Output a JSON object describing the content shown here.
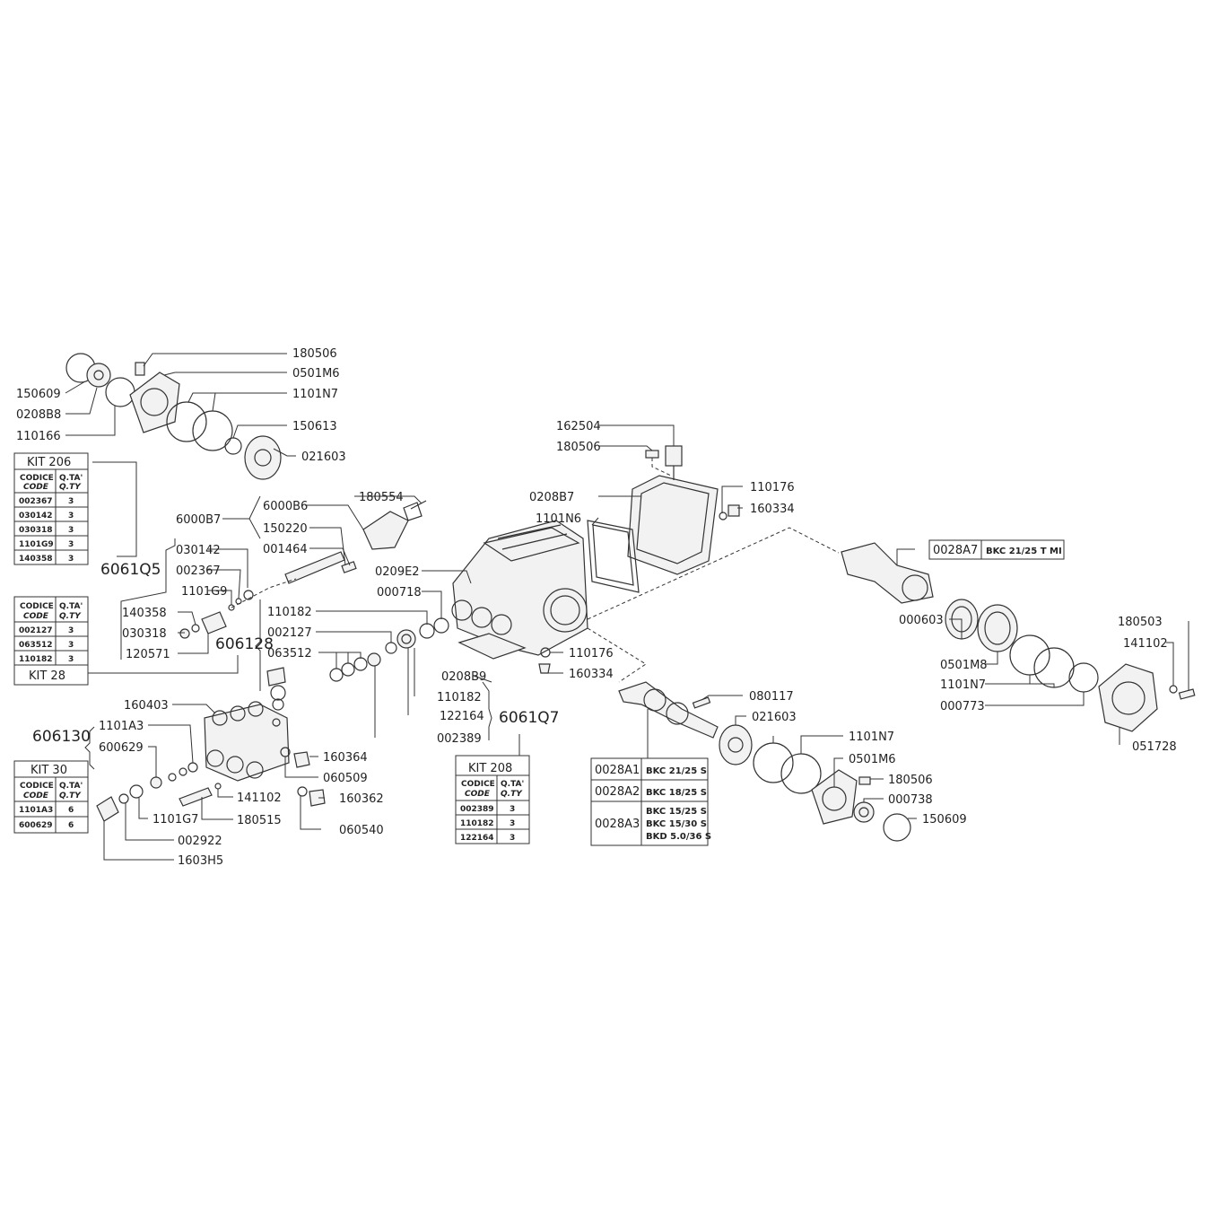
{
  "labels": {
    "l180506a": "180506",
    "l0501m6a": "0501M6",
    "l1101n7a": "1101N7",
    "l150613": "150613",
    "l021603a": "021603",
    "l150609a": "150609",
    "l0208b8": "0208B8",
    "l110166": "110166",
    "l162504": "162504",
    "l180506b": "180506",
    "l0208b7": "0208B7",
    "l1101n6": "1101N6",
    "l110176a": "110176",
    "l160334a": "160334",
    "l180554": "180554",
    "l6000b7": "6000B7",
    "l6000b6": "6000B6",
    "l150220": "150220",
    "l001464": "001464",
    "l030142": "030142",
    "l002367": "002367",
    "l1101g9": "1101G9",
    "l140358": "140358",
    "l030318": "030318",
    "l120571": "120571",
    "l0209e2": "0209E2",
    "l000718": "000718",
    "l110182a": "110182",
    "l002127": "002127",
    "l063512": "063512",
    "l110176b": "110176",
    "l160334b": "160334",
    "l0208b9": "0208B9",
    "l110182b": "110182",
    "l122164": "122164",
    "l002389": "002389",
    "l160403": "160403",
    "l1101a3": "1101A3",
    "l600629": "600629",
    "l160364": "160364",
    "l060509": "060509",
    "l141102a": "141102",
    "l160362": "160362",
    "l180515": "180515",
    "l060540": "060540",
    "l1101g7": "1101G7",
    "l002922": "002922",
    "l1603h5": "1603H5",
    "l080117": "080117",
    "l021603b": "021603",
    "l1101n7b": "1101N7",
    "l0501m6b": "0501M6",
    "l180506c": "180506",
    "l000738": "000738",
    "l150609b": "150609",
    "l000603": "000603",
    "l0501m8": "0501M8",
    "l1101n7c": "1101N7",
    "l000773": "000773",
    "l180503": "180503",
    "l141102b": "141102",
    "l051728": "051728"
  },
  "groups": {
    "g6061q5": "6061Q5",
    "g606128": "606128",
    "g606130": "606130",
    "g6061q7": "6061Q7"
  },
  "kits": {
    "kit206": {
      "title": "KIT 206",
      "h1": "CODICE",
      "h1b": "CODE",
      "h2": "Q.TA'",
      "h2b": "Q.TY",
      "rows": [
        [
          "002367",
          "3"
        ],
        [
          "030142",
          "3"
        ],
        [
          "030318",
          "3"
        ],
        [
          "1101G9",
          "3"
        ],
        [
          "140358",
          "3"
        ]
      ]
    },
    "kit28": {
      "title": "KIT 28",
      "h1": "CODICE",
      "h1b": "CODE",
      "h2": "Q.TA'",
      "h2b": "Q.TY",
      "rows": [
        [
          "002127",
          "3"
        ],
        [
          "063512",
          "3"
        ],
        [
          "110182",
          "3"
        ]
      ]
    },
    "kit30": {
      "title": "KIT 30",
      "h1": "CODICE",
      "h1b": "CODE",
      "h2": "Q.TA'",
      "h2b": "Q.TY",
      "rows": [
        [
          "1101A3",
          "6"
        ],
        [
          "600629",
          "6"
        ]
      ]
    },
    "kit208": {
      "title": "KIT 208",
      "h1": "CODICE",
      "h1b": "CODE",
      "h2": "Q.TA'",
      "h2b": "Q.TY",
      "rows": [
        [
          "002389",
          "3"
        ],
        [
          "110182",
          "3"
        ],
        [
          "122164",
          "3"
        ]
      ]
    }
  },
  "variants": {
    "a7_code": "0028A7",
    "a7_model": "BKC 21/25 T MI",
    "a1_code": "0028A1",
    "a1_model": "BKC 21/25 S",
    "a2_code": "0028A2",
    "a2_model": "BKC 18/25 S",
    "a3_code": "0028A3",
    "a3_m1": "BKC 15/25 S",
    "a3_m2": "BKC 15/30 S",
    "a3_m3": "BKD 5.0/36 S"
  }
}
